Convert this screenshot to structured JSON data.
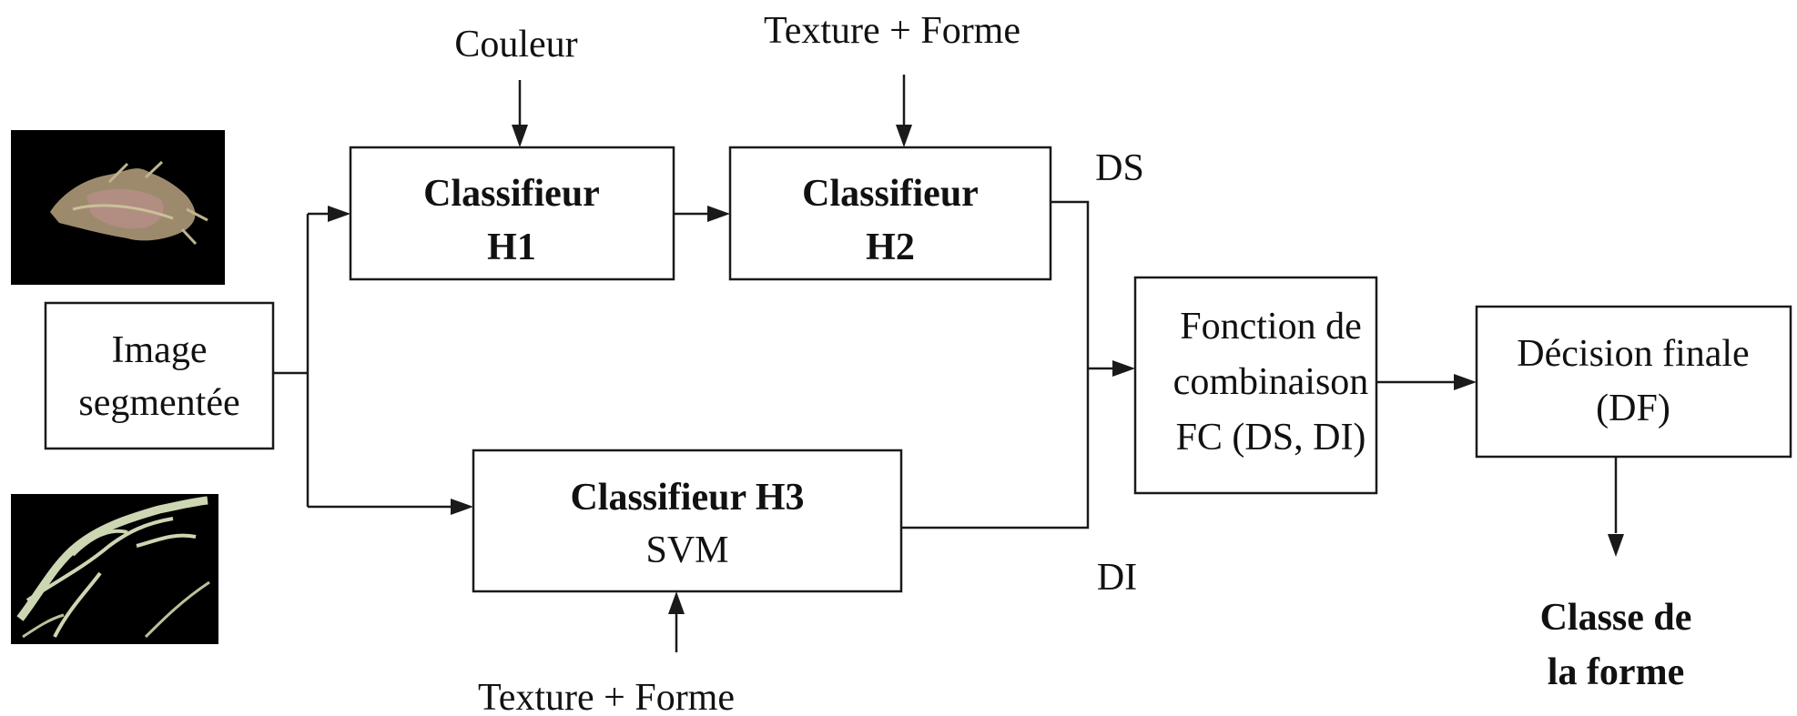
{
  "inputs": {
    "couleur": "Couleur",
    "texture_forme_top": "Texture + Forme",
    "texture_forme_bottom": "Texture + Forme"
  },
  "image_box": {
    "line1": "Image",
    "line2": "segmentée"
  },
  "classifier_h1": {
    "line1": "Classifieur",
    "line2": "H1"
  },
  "classifier_h2": {
    "line1": "Classifieur",
    "line2": "H2"
  },
  "classifier_h3": {
    "line1": "Classifieur H3",
    "line2": "SVM"
  },
  "signals": {
    "ds": "DS",
    "di": "DI"
  },
  "combination": {
    "line1": "Fonction de",
    "line2": "combinaison",
    "line3": "FC (DS, DI)"
  },
  "decision": {
    "line1": "Décision finale",
    "line2": "(DF)"
  },
  "output": {
    "line1": "Classe de",
    "line2": "la forme"
  },
  "thumbnails": {
    "top": "segmented-leaf-photo",
    "bottom": "segmented-leaf-veins"
  },
  "colors": {
    "stroke": "#1a1a1a",
    "background": "#ffffff",
    "thumb_bg": "#000000"
  }
}
